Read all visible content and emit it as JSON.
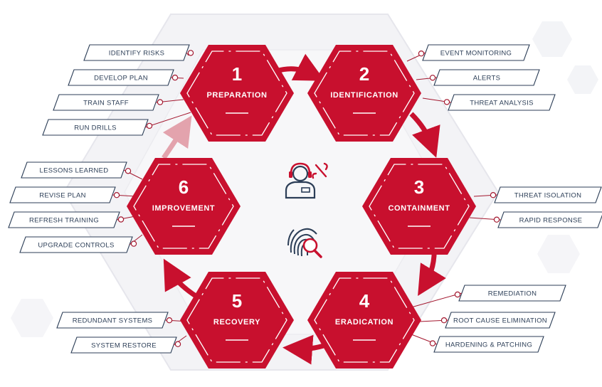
{
  "colors": {
    "hex_fill": "#c8102e",
    "arrow": "#c8102e",
    "arrow_faded": "#e3a3ad",
    "label_border": "#2c3e57",
    "connector": "#a3172e",
    "background_hex": "#eeeef2"
  },
  "stages": [
    {
      "number": "1",
      "name": "PREPARATION",
      "labels": [
        "IDENTIFY RISKS",
        "DEVELOP PLAN",
        "TRAIN STAFF",
        "RUN DRILLS"
      ]
    },
    {
      "number": "2",
      "name": "IDENTIFICATION",
      "labels": [
        "EVENT MONITORING",
        "ALERTS",
        "THREAT ANALYSIS"
      ]
    },
    {
      "number": "3",
      "name": "CONTAINMENT",
      "labels": [
        "THREAT ISOLATION",
        "RAPID RESPONSE"
      ]
    },
    {
      "number": "4",
      "name": "ERADICATION",
      "labels": [
        "REMEDIATION",
        "ROOT CAUSE ELIMINATION",
        "HARDENING & PATCHING"
      ]
    },
    {
      "number": "5",
      "name": "RECOVERY",
      "labels": [
        "REDUNDANT SYSTEMS",
        "SYSTEM RESTORE"
      ]
    },
    {
      "number": "6",
      "name": "IMPROVEMENT",
      "labels": [
        "LESSONS LEARNED",
        "REVISE PLAN",
        "REFRESH TRAINING",
        "UPGRADE CONTROLS"
      ]
    }
  ],
  "center_icons": [
    "support-agent-icon",
    "fingerprint-search-icon"
  ]
}
